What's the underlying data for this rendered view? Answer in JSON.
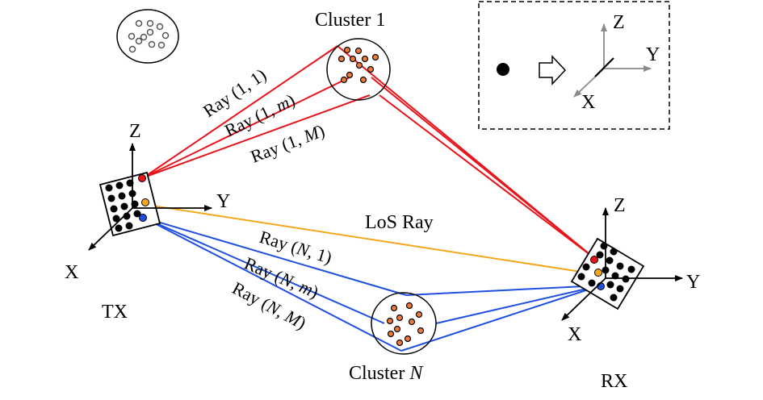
{
  "clusters": {
    "cluster1": {
      "text": "Cluster 1"
    },
    "clusterN": {
      "prefix": "Cluster ",
      "var": "N"
    }
  },
  "nodes": {
    "tx": "TX",
    "rx": "RX"
  },
  "axes": {
    "x": "X",
    "y": "Y",
    "z": "Z"
  },
  "rays": {
    "los": "LoS Ray",
    "r11": {
      "pre": "Ray (1, ",
      "var": "",
      "mid": "1",
      "post": ")"
    },
    "r1m": {
      "pre": "Ray (1, ",
      "var": "m",
      "post": ")"
    },
    "r1M": {
      "pre": "Ray (1, ",
      "var": "M",
      "post": ")"
    },
    "rN1": {
      "pre": "Ray (",
      "var": "N",
      "post": ", 1)"
    },
    "rNm": {
      "pre": "Ray (",
      "var": "N",
      "mid": ", ",
      "var2": "m",
      "post": ")"
    },
    "rNM": {
      "pre": "Ray (",
      "var": "N",
      "mid": ", ",
      "var2": "M",
      "post": ")"
    }
  },
  "colors": {
    "cluster1_rays": "#e8141c",
    "clusterN_rays": "#1f4fe0",
    "los_ray": "#f5a81c",
    "scatterer": "#f07a3a",
    "antenna": "#000000"
  }
}
